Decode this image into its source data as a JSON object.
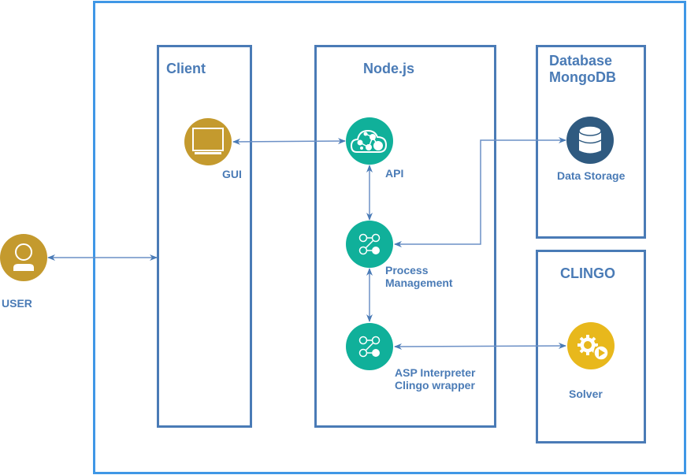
{
  "user": {
    "label": "USER"
  },
  "client": {
    "title": "Client",
    "gui_label": "GUI"
  },
  "nodejs": {
    "title": "Node.js",
    "api_label": "API",
    "process_label": "Process\nManagement",
    "asp_label": "ASP Interpreter\nClingo wrapper"
  },
  "database": {
    "title": "Database\nMongoDB",
    "storage_label": "Data Storage"
  },
  "clingo": {
    "title": "CLINGO",
    "solver_label": "Solver"
  },
  "colors": {
    "outer_border": "#3f97e6",
    "panel_border": "#4a7bb6",
    "text": "#4a7bb6",
    "user_gold": "#c49a2e",
    "node_teal": "#10b09a",
    "db_navy": "#2f5a80",
    "solver_yellow": "#e8b81c",
    "connector": "#6c90c6"
  }
}
